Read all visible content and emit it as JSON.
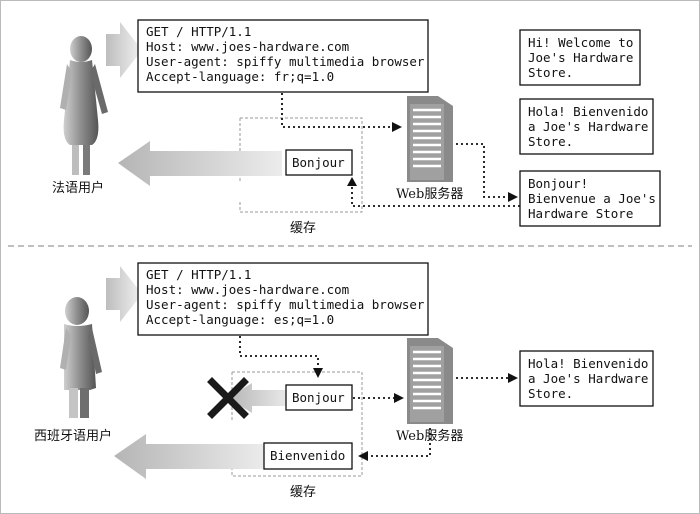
{
  "top_scenario": {
    "user_label": "法语用户",
    "request_lines": [
      "GET / HTTP/1.1",
      "Host: www.joes-hardware.com",
      "User-agent: spiffy multimedia browser",
      "Accept-language: fr;q=1.0"
    ],
    "cache_label": "缓存",
    "cached_doc": "Bonjour",
    "server_label": "Web服务器",
    "server_docs": [
      [
        "Hi! Welcome to",
        "Joe's Hardware",
        "Store."
      ],
      [
        "Hola! Bienvenido",
        "a Joe's Hardware",
        "Store."
      ],
      [
        "Bonjour!",
        "Bienvenue a Joe's",
        "Hardware Store"
      ]
    ]
  },
  "bottom_scenario": {
    "user_label": "西班牙语用户",
    "request_lines": [
      "GET / HTTP/1.1",
      "Host: www.joes-hardware.com",
      "User-agent: spiffy multimedia browser",
      "Accept-language: es;q=1.0"
    ],
    "cache_label": "缓存",
    "cached_doc": "Bonjour",
    "returned_doc": "Bienvenido",
    "server_label": "Web服务器",
    "server_doc": [
      "Hola! Bienvenido",
      "a Joe's Hardware",
      "Store."
    ]
  },
  "colors": {
    "arrow_fill": "#cfcfcf",
    "person_dark": "#6a6a6a",
    "person_light": "#c9c9c9",
    "server_dark": "#8a8a8a",
    "box_border": "#111111",
    "dashed_line": "#9a9a9a",
    "cross": "#1a1a1a"
  }
}
